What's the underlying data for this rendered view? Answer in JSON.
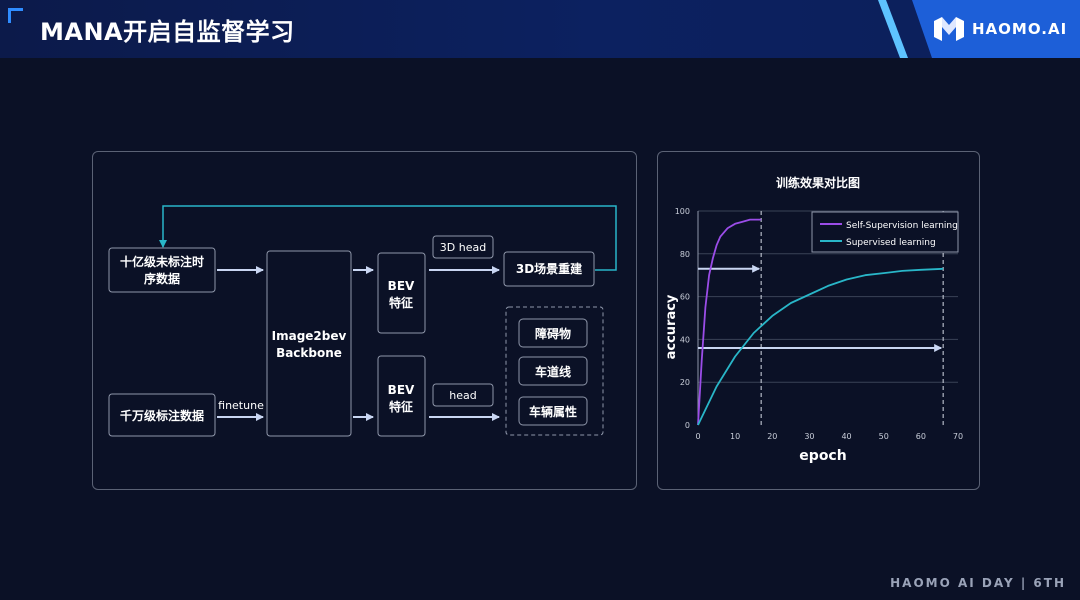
{
  "header": {
    "title": "MANA开启自监督学习",
    "logo_text": "HAOMO.AI"
  },
  "footer": {
    "text": "HAOMO AI DAY | 6TH"
  },
  "colors": {
    "background": "#0b1126",
    "header": "#0c1f5a",
    "accent_blue": "#1d5fd8",
    "cyan": "#29b6c8",
    "purple": "#9b4de8",
    "arrow": "#9fb6e8"
  },
  "diagram": {
    "unlabeled_data": "十亿级未标注时序数据",
    "unlabeled_data_line1": "十亿级未标注时",
    "unlabeled_data_line2": "序数据",
    "labeled_data": "千万级标注数据",
    "finetune_label": "finetune",
    "backbone_line1": "Image2bev",
    "backbone_line2": "Backbone",
    "bev_top_line1": "BEV",
    "bev_top_line2": "特征",
    "bev_bottom_line1": "BEV",
    "bev_bottom_line2": "特征",
    "head_3d": "3D head",
    "head": "head",
    "scene_rebuild": "3D场景重建",
    "outputs": [
      "障碍物",
      "车道线",
      "车辆属性"
    ]
  },
  "chart_data": {
    "type": "line",
    "title": "训练效果对比图",
    "xlabel": "epoch",
    "ylabel": "accuracy",
    "xlim": [
      0,
      70
    ],
    "ylim": [
      0,
      100
    ],
    "x_ticks": [
      0,
      10,
      20,
      30,
      40,
      50,
      60,
      70
    ],
    "y_ticks": [
      0,
      20,
      40,
      60,
      80,
      100
    ],
    "grid": "horizontal",
    "legend_position": "top-right",
    "series": [
      {
        "name": "Self-Supervision learning",
        "color": "#9b4de8",
        "x": [
          0,
          1,
          2,
          3,
          4,
          5,
          6,
          8,
          10,
          12,
          14,
          17
        ],
        "y": [
          0,
          30,
          55,
          70,
          78,
          84,
          88,
          92,
          94,
          95,
          96,
          96
        ]
      },
      {
        "name": "Supervised learning",
        "color": "#29b6c8",
        "x": [
          0,
          5,
          10,
          15,
          20,
          25,
          30,
          35,
          40,
          45,
          50,
          55,
          60,
          66
        ],
        "y": [
          0,
          18,
          32,
          43,
          51,
          57,
          61,
          65,
          68,
          70,
          71,
          72,
          72.5,
          73
        ]
      }
    ],
    "annotations": [
      {
        "kind": "arrow",
        "y": 73,
        "x_end": 17
      },
      {
        "kind": "arrow",
        "y": 36,
        "x_end": 66
      },
      {
        "kind": "vline",
        "x": 17
      },
      {
        "kind": "vline",
        "x": 66
      }
    ]
  }
}
